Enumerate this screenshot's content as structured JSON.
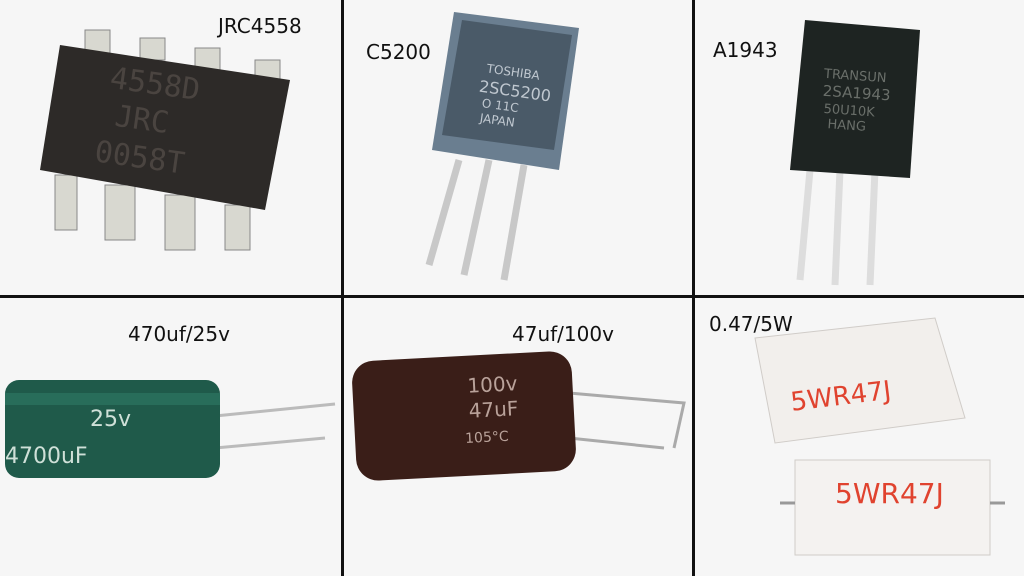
{
  "cells": [
    {
      "label": "JRC4558",
      "marking": [
        "4558D",
        "JRC",
        "0058T"
      ]
    },
    {
      "label": "C5200",
      "marking": [
        "TOSHIBA",
        "2SC5200",
        "O  11C",
        "JAPAN"
      ]
    },
    {
      "label": "A1943",
      "marking": [
        "TRANSUN",
        "2SA1943",
        "50U10K",
        "HANG"
      ]
    },
    {
      "label": "470uf/25v",
      "marking": [
        "25v",
        "4700uF"
      ]
    },
    {
      "label": "47uf/100v",
      "marking": [
        "100v",
        "47uF",
        "105°C"
      ]
    },
    {
      "label": "0.47/5W",
      "marking": [
        "5WR47J",
        "5WR47J"
      ]
    }
  ],
  "colors": {
    "divider": "#111111",
    "background": "#f6f6f6",
    "resistor_text": "#e0432f",
    "capacitor_green": "#1f5a4a",
    "capacitor_brown": "#3a1e18"
  }
}
